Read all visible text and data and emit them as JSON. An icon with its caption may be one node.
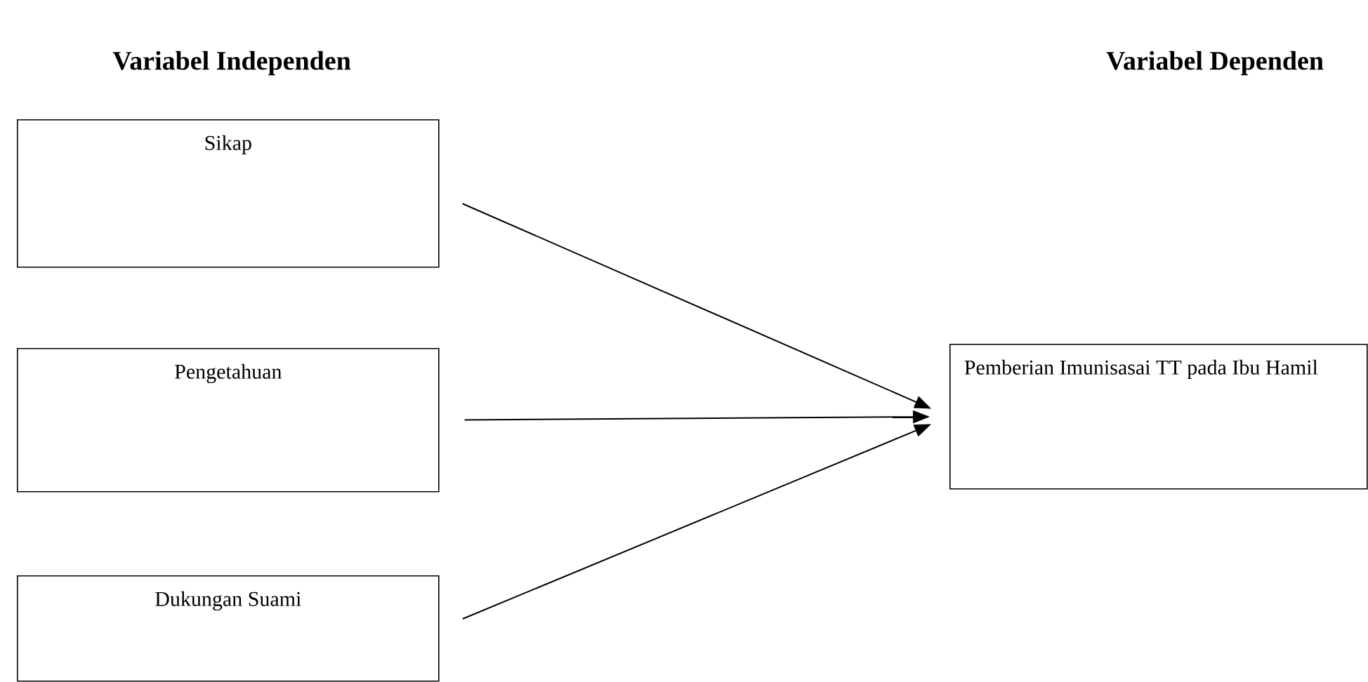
{
  "diagram": {
    "nodes": [
      {
        "text": [
          "Sikap"
        ]
      },
      {
        "text": [
          "Pengetahuan"
        ]
      },
      {
        "text": [
          "Dukungan Suami"
        ]
      },
      {
        "text": [
          "Pemberian Imunisasai TT pada Ibu Hamil"
        ]
      }
    ],
    "edges": [
      {
        "from": 0,
        "to": 3,
        "arrow": "to"
      },
      {
        "from": 1,
        "to": 3,
        "arrow": "to"
      },
      {
        "from": 2,
        "to": 3,
        "arrow": "to"
      }
    ],
    "labels": [
      "Variabel Independen",
      "Variabel Dependen"
    ]
  }
}
